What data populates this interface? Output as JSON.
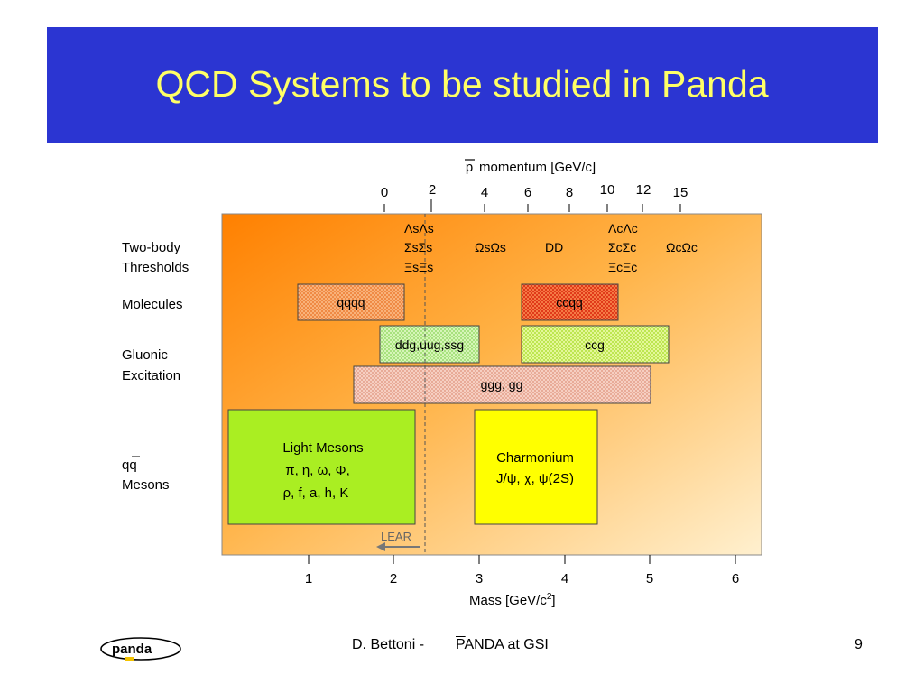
{
  "slide": {
    "title": "QCD Systems to be studied in Panda",
    "footer_author": "D. Bettoni -",
    "footer_topic": "PANDA at GSI",
    "footer_topic_overbar": "P",
    "page_number": "9",
    "logo_text": "panda"
  },
  "diagram": {
    "top_axis_label_overbar": "p",
    "top_axis_label": "momentum [GeV/c]",
    "top_ticks": [
      "0",
      "2",
      "4",
      "6",
      "8",
      "10",
      "12",
      "15"
    ],
    "bottom_ticks": [
      "1",
      "2",
      "3",
      "4",
      "5",
      "6"
    ],
    "bottom_axis_label": "Mass [GeV/c",
    "bottom_axis_exp": "2",
    "bottom_axis_close": "]",
    "lear_label": "LEAR",
    "row_labels": {
      "two_body_1": "Two-body",
      "two_body_2": "Thresholds",
      "molecules": "Molecules",
      "gluonic_1": "Gluonic",
      "gluonic_2": "Excitation",
      "qq_1": "qq",
      "qq_2": "Mesons"
    },
    "thresholds": {
      "lambda_s": "ΛsΛs",
      "sigma_s": "ΣsΣs",
      "xi_s": "ΞsΞs",
      "omega_s": "ΩsΩs",
      "dd": "DD",
      "lambda_c": "ΛcΛc",
      "sigma_c": "ΣcΣc",
      "xi_c": "ΞcΞc",
      "omega_c": "ΩcΩc"
    },
    "boxes": {
      "mol_light": "qqqq",
      "mol_charm": "ccqq",
      "glu_light": "ddg,uug,ssg",
      "glu_charm": "ccg",
      "glueball": "ggg, gg",
      "light_mesons_title": "Light Mesons",
      "light_mesons_line1": "π, η, ω, Φ,",
      "light_mesons_line2": "ρ, f, a, h, K",
      "charmonium_title": "Charmonium",
      "charmonium_line1": "J/ψ, χ, ψ(2S)"
    }
  },
  "colors": {
    "title_bg": "#2b35d2",
    "title_text": "#ffff66",
    "panel_orange": "#ff8c1a",
    "panel_light": "#ffe9c0",
    "hatch_orange": "#f7a060",
    "hatch_red": "#e8401e",
    "hatch_green": "#b8ec9a",
    "hatch_lime": "#cef06a",
    "hatch_pink": "#f0b8a8",
    "light_mesons": "#aaee22",
    "charmonium": "#ffff00"
  }
}
